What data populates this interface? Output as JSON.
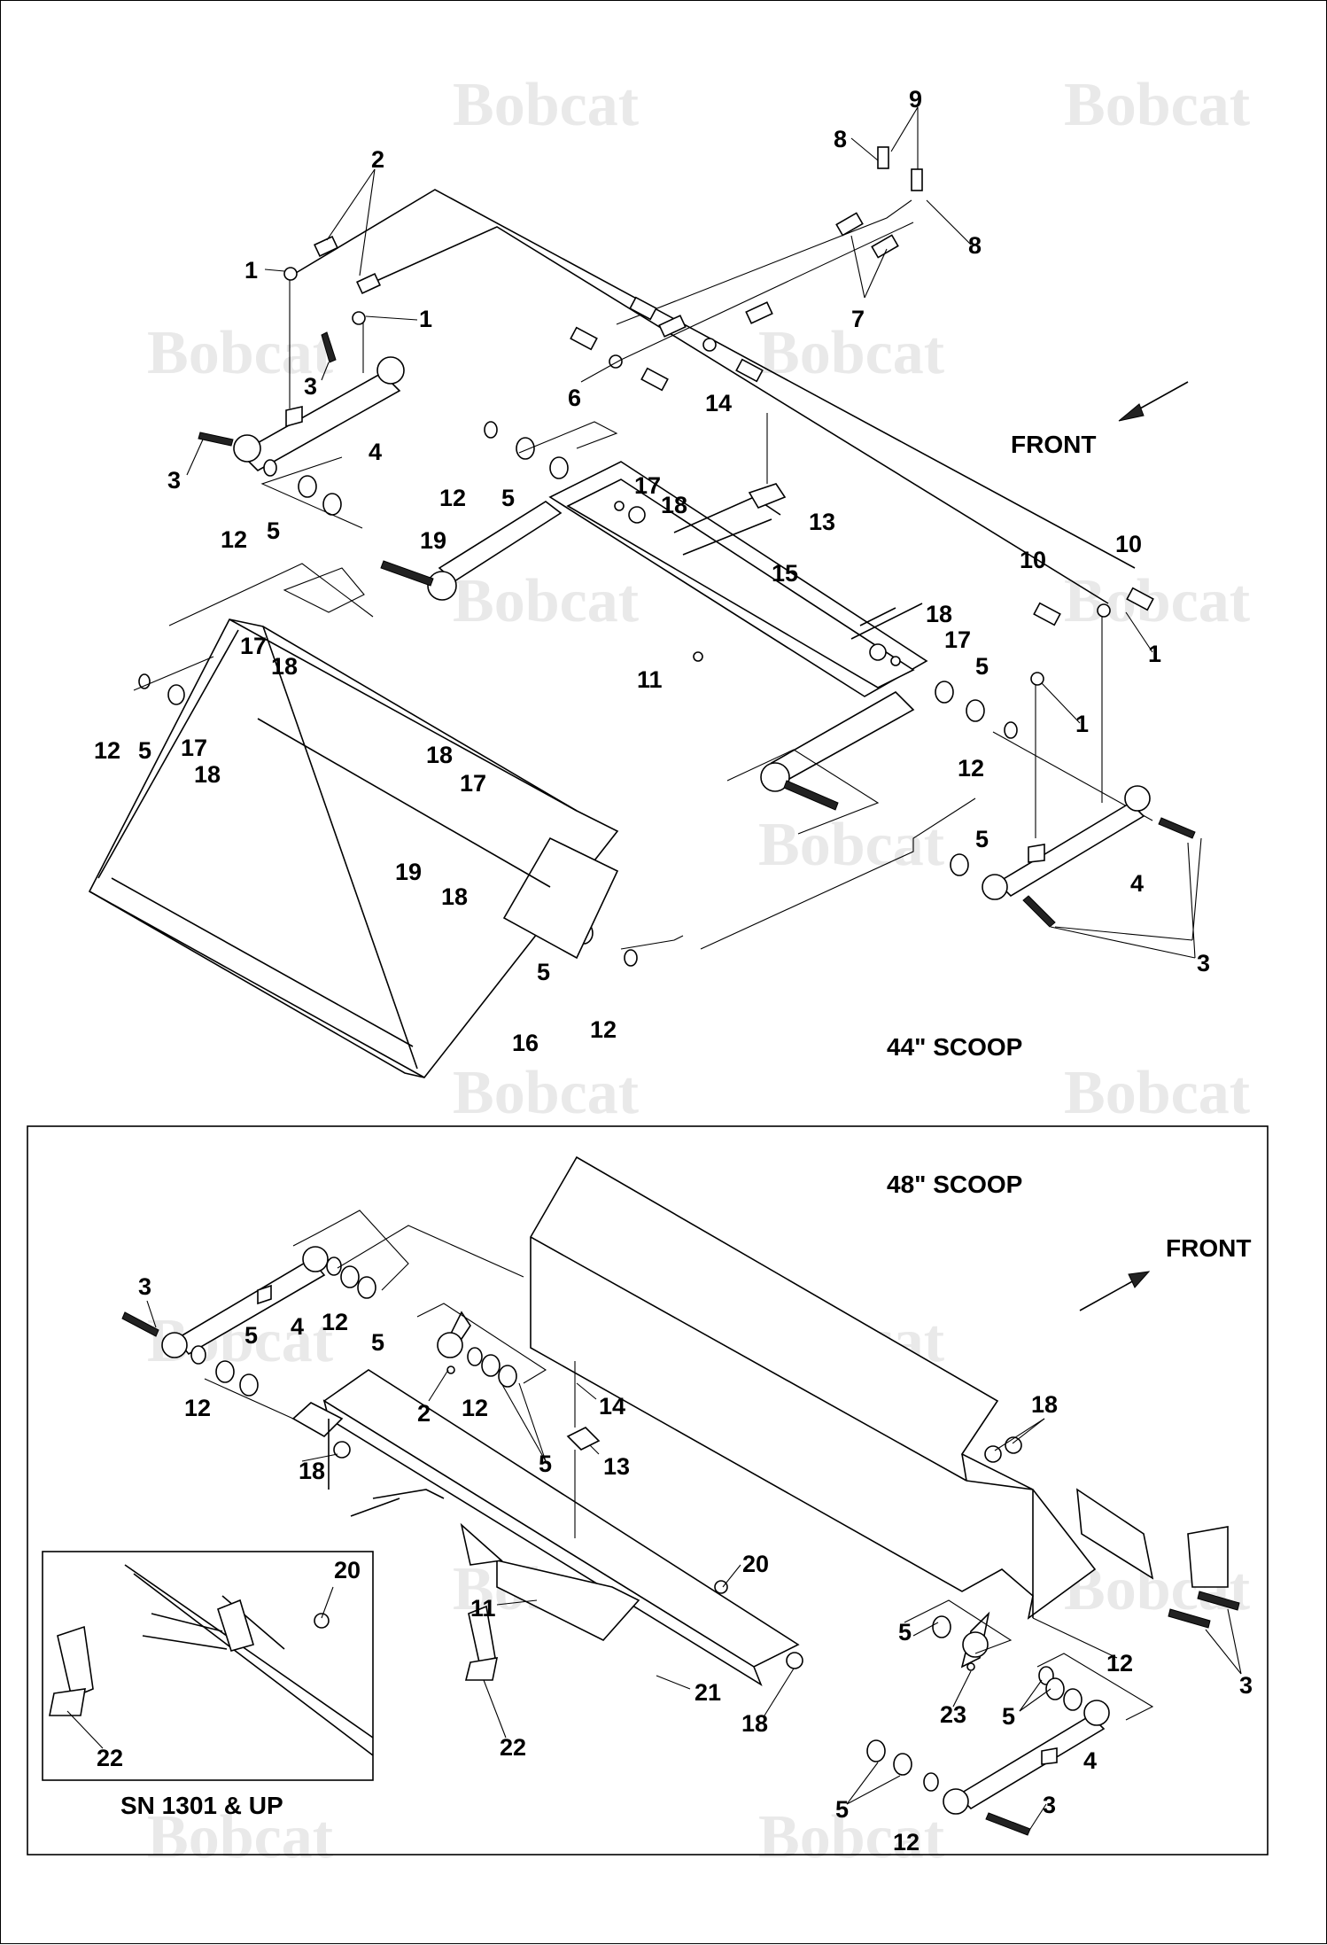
{
  "brand": {
    "watermark": "Bobcat",
    "watermark_color": "#e9e9e9"
  },
  "top_section": {
    "title": "44\" SCOOP",
    "direction_label": "FRONT",
    "callouts": [
      "1",
      "1",
      "1",
      "1",
      "2",
      "3",
      "3",
      "3",
      "4",
      "4",
      "5",
      "5",
      "5",
      "5",
      "5",
      "5",
      "6",
      "7",
      "8",
      "8",
      "9",
      "10",
      "10",
      "11",
      "12",
      "12",
      "12",
      "12",
      "12",
      "13",
      "14",
      "15",
      "16",
      "17",
      "17",
      "17",
      "17",
      "17",
      "18",
      "18",
      "18",
      "18",
      "18",
      "18",
      "19",
      "19"
    ]
  },
  "bottom_section": {
    "title": "48\" SCOOP",
    "direction_label": "FRONT",
    "inset_label": "SN 1301 & UP",
    "callouts": [
      "2",
      "3",
      "3",
      "3",
      "4",
      "4",
      "5",
      "5",
      "5",
      "5",
      "5",
      "5",
      "11",
      "12",
      "12",
      "12",
      "12",
      "12",
      "13",
      "14",
      "18",
      "18",
      "18",
      "20",
      "20",
      "21",
      "22",
      "22",
      "23"
    ]
  }
}
